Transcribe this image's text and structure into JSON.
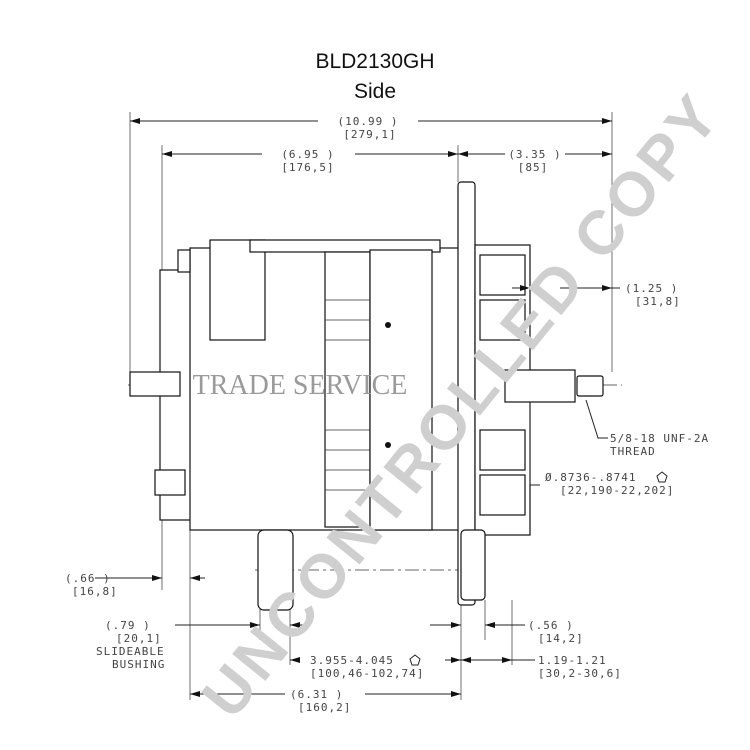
{
  "title": {
    "model": "BLD2130GH",
    "view": "Side"
  },
  "watermark": {
    "text": "UNCONTROLLED COPY",
    "logo_text": "TRADE SERVICE"
  },
  "dimensions": {
    "overall_length": {
      "in": "(10.99 )",
      "mm": "[279,1]"
    },
    "rear_length": {
      "in": "(6.95 )",
      "mm": "[176,5]"
    },
    "front_length": {
      "in": "(3.35 )",
      "mm": "[85]"
    },
    "shaft_length": {
      "in": "(1.25 )",
      "mm": "[31,8]"
    },
    "thread": {
      "line1": "5/8-18 UNF-2A",
      "line2": "THREAD"
    },
    "shaft_diameter": {
      "in": "Ø.8736-.8741",
      "mm": "[22,190-22,202]"
    },
    "mount_offset": {
      "in": "(.66 )",
      "mm": "[16,8]"
    },
    "bushing": {
      "in": "(.79 )",
      "mm": "[20,1]",
      "line1": "SLIDEABLE",
      "line2": "BUSHING"
    },
    "foot_spacing": {
      "in": "3.955-4.045",
      "mm": "[100,46-102,74]"
    },
    "front_foot": {
      "in": "(.56 )",
      "mm": "[14,2]"
    },
    "flange_offset": {
      "in": "1.19-1.21",
      "mm": "[30,2-30,6]"
    },
    "mount_length": {
      "in": "(6.31 )",
      "mm": "[160,2]"
    }
  }
}
